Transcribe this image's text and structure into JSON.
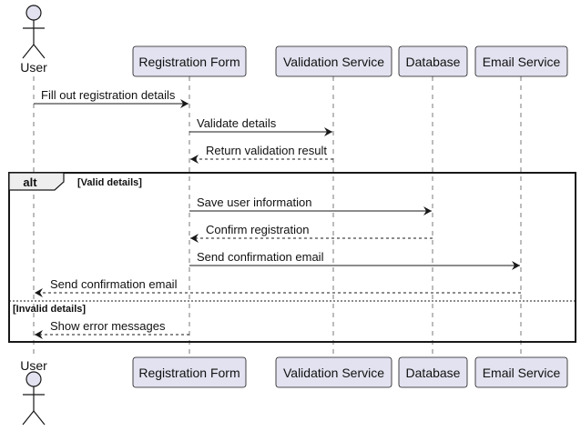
{
  "colors": {
    "participant_fill": "#e2e2f0",
    "participant_border": "#181818",
    "line": "#181818",
    "frame_tag_fill": "#eeeeee"
  },
  "participants": [
    {
      "id": "user",
      "label": "User",
      "kind": "actor",
      "icon": "actor-stick-figure-icon"
    },
    {
      "id": "form",
      "label": "Registration Form",
      "kind": "box"
    },
    {
      "id": "validation",
      "label": "Validation Service",
      "kind": "box"
    },
    {
      "id": "database",
      "label": "Database",
      "kind": "box"
    },
    {
      "id": "email",
      "label": "Email Service",
      "kind": "box"
    }
  ],
  "messages": [
    {
      "from": "user",
      "to": "form",
      "label": "Fill out registration details",
      "style": "solid"
    },
    {
      "from": "form",
      "to": "validation",
      "label": "Validate details",
      "style": "solid"
    },
    {
      "from": "validation",
      "to": "form",
      "label": "Return validation result",
      "style": "dashed"
    },
    {
      "from": "form",
      "to": "database",
      "label": "Save user information",
      "style": "solid"
    },
    {
      "from": "database",
      "to": "form",
      "label": "Confirm registration",
      "style": "dashed"
    },
    {
      "from": "form",
      "to": "email",
      "label": "Send confirmation email",
      "style": "solid"
    },
    {
      "from": "email",
      "to": "user",
      "label": "Send confirmation email",
      "style": "dashed"
    },
    {
      "from": "form",
      "to": "user",
      "label": "Show error messages",
      "style": "dashed"
    }
  ],
  "alt_frame": {
    "tag": "alt",
    "guards": [
      "[Valid details]",
      "[Invalid details]"
    ]
  }
}
